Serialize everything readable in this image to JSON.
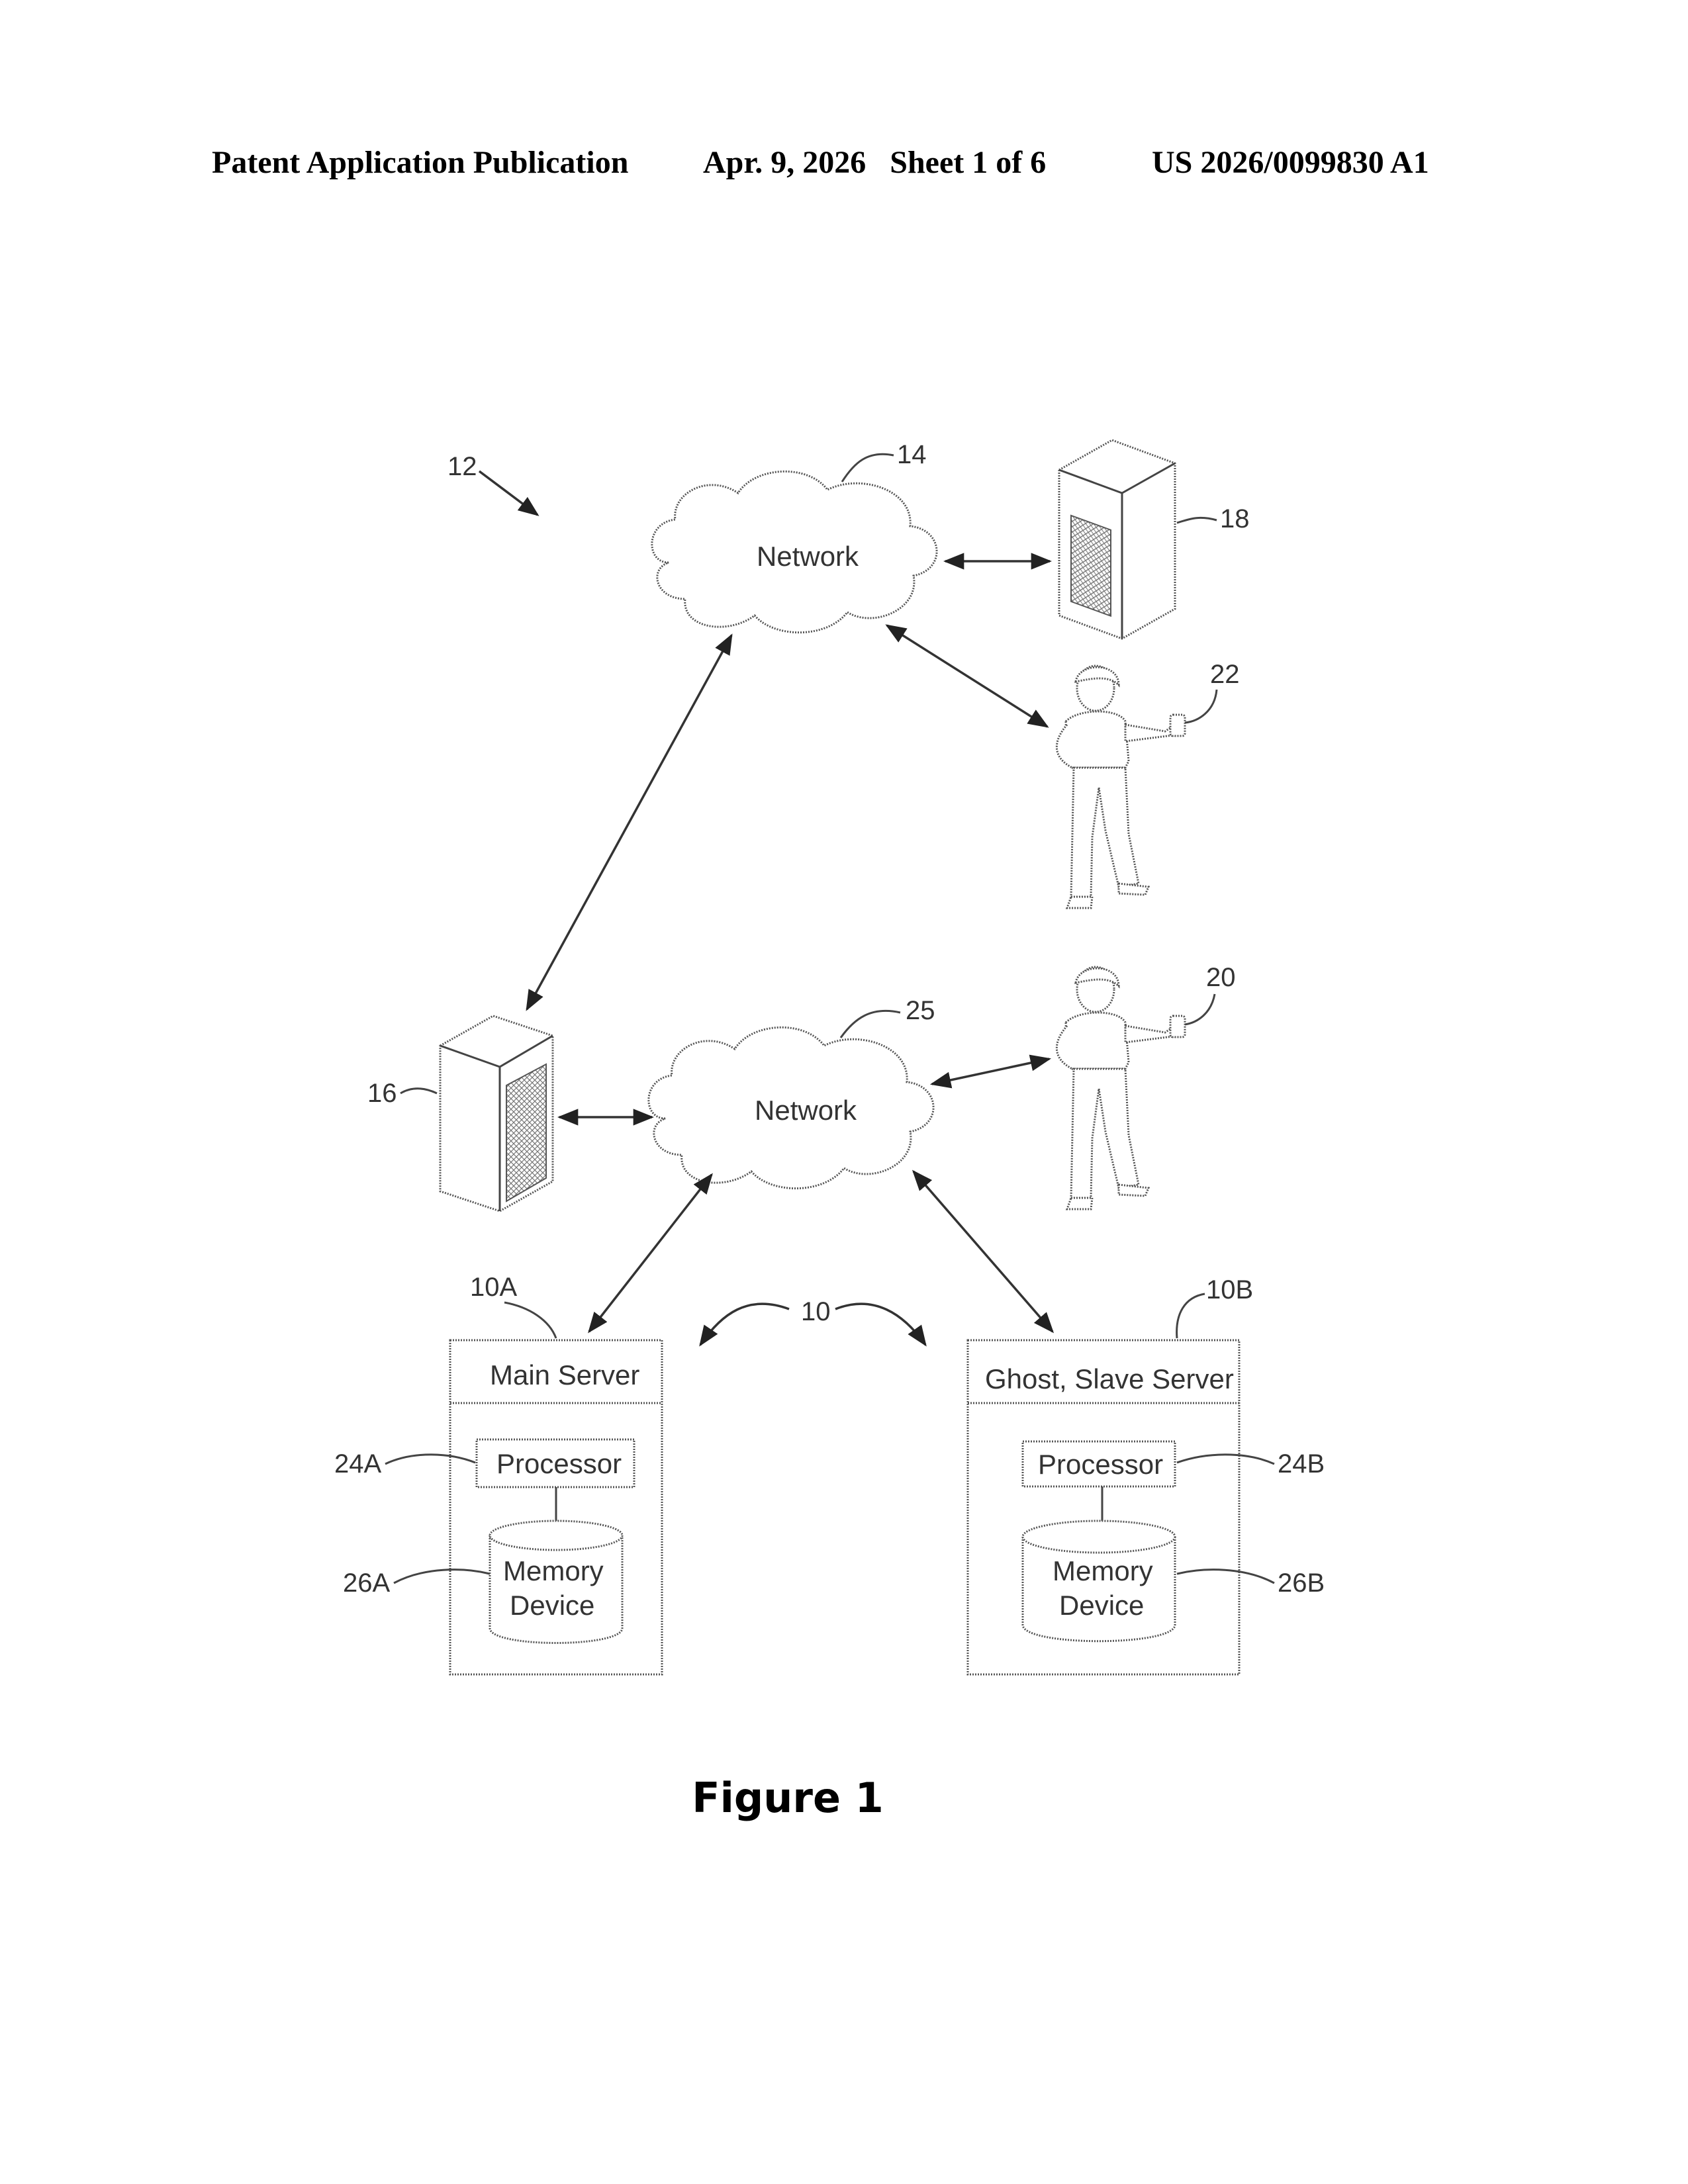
{
  "header": {
    "left": "Patent Application Publication",
    "middle": "Apr. 9, 2026   Sheet 1 of 6",
    "right": "US 2026/0099830 A1"
  },
  "figure": {
    "caption": "Figure 1",
    "refs": {
      "system": "12",
      "network_top": "14",
      "server_18": "18",
      "user_22": "22",
      "network_bottom": "25",
      "user_20": "20",
      "server_16": "16",
      "server_pair": "10",
      "main_server": "10A",
      "ghost_server": "10B",
      "processor_a": "24A",
      "memory_a": "26A",
      "processor_b": "24B",
      "memory_b": "26B"
    },
    "labels": {
      "network_top": "Network",
      "network_bottom": "Network",
      "main_server": "Main Server",
      "ghost_server": "Ghost, Slave Server",
      "processor_a": "Processor",
      "processor_b": "Processor",
      "memory_a_line1": "Memory",
      "memory_a_line2": "Device",
      "memory_b_line1": "Memory",
      "memory_b_line2": "Device"
    }
  }
}
